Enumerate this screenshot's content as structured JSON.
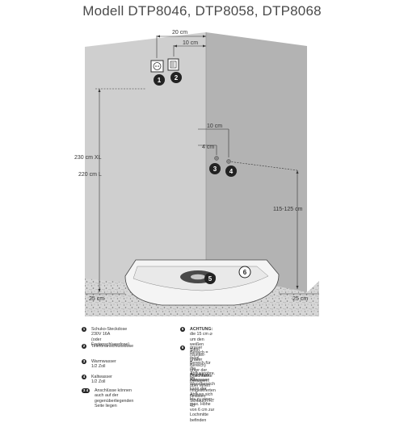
{
  "title": "Modell DTP8046, DTP8058, DTP8068",
  "dimensions": {
    "top_20cm": "20 cm",
    "top_10cm": "10 cm",
    "mid_10cm": "10 cm",
    "mid_4cm": "4 cm",
    "height_xl": "230 cm XL",
    "height_l": "220 cm L",
    "right_height": "115-125 cm",
    "bottom_left": "25 cm",
    "bottom_right": "25 cm"
  },
  "markers": [
    "1",
    "2",
    "3",
    "4",
    "5",
    "6"
  ],
  "legend": [
    {
      "num": "1",
      "text": "Schuko-Steckdose 230V 16A\n(oder Festanschlussdose)"
    },
    {
      "num": "2",
      "text": "Telefonanschlussdose"
    },
    {
      "num": "3",
      "text": "Warmwasser 1/2 Zoll"
    },
    {
      "num": "4",
      "text": "Kaltwasser 1/2 Zoll"
    },
    {
      "num": "3 4",
      "text": "Anschlüsse können auch auf der\ngegenüberliegenden Seite liegen"
    },
    {
      "num": "5",
      "bold": "ACHTUNG:",
      "text": " die 15 cm ⌀  um den weißen Sifon (dunkel-\ngrauer Bereich) unter der Duschtasse freilassen!"
    },
    {
      "num": "6",
      "text": "grauer Bereich = mögl. Bereich für die Abflussrohre.\nIm Wandbereich kann der Abfluss sich bis zu einer\nmax. Höhe von 6 cm zur Lochmitte befinden"
    },
    {
      "num": "",
      "text": "Anschluss Abwasser über einen mitgelieferten flexiblen\nSchlauch HT 40"
    }
  ]
}
